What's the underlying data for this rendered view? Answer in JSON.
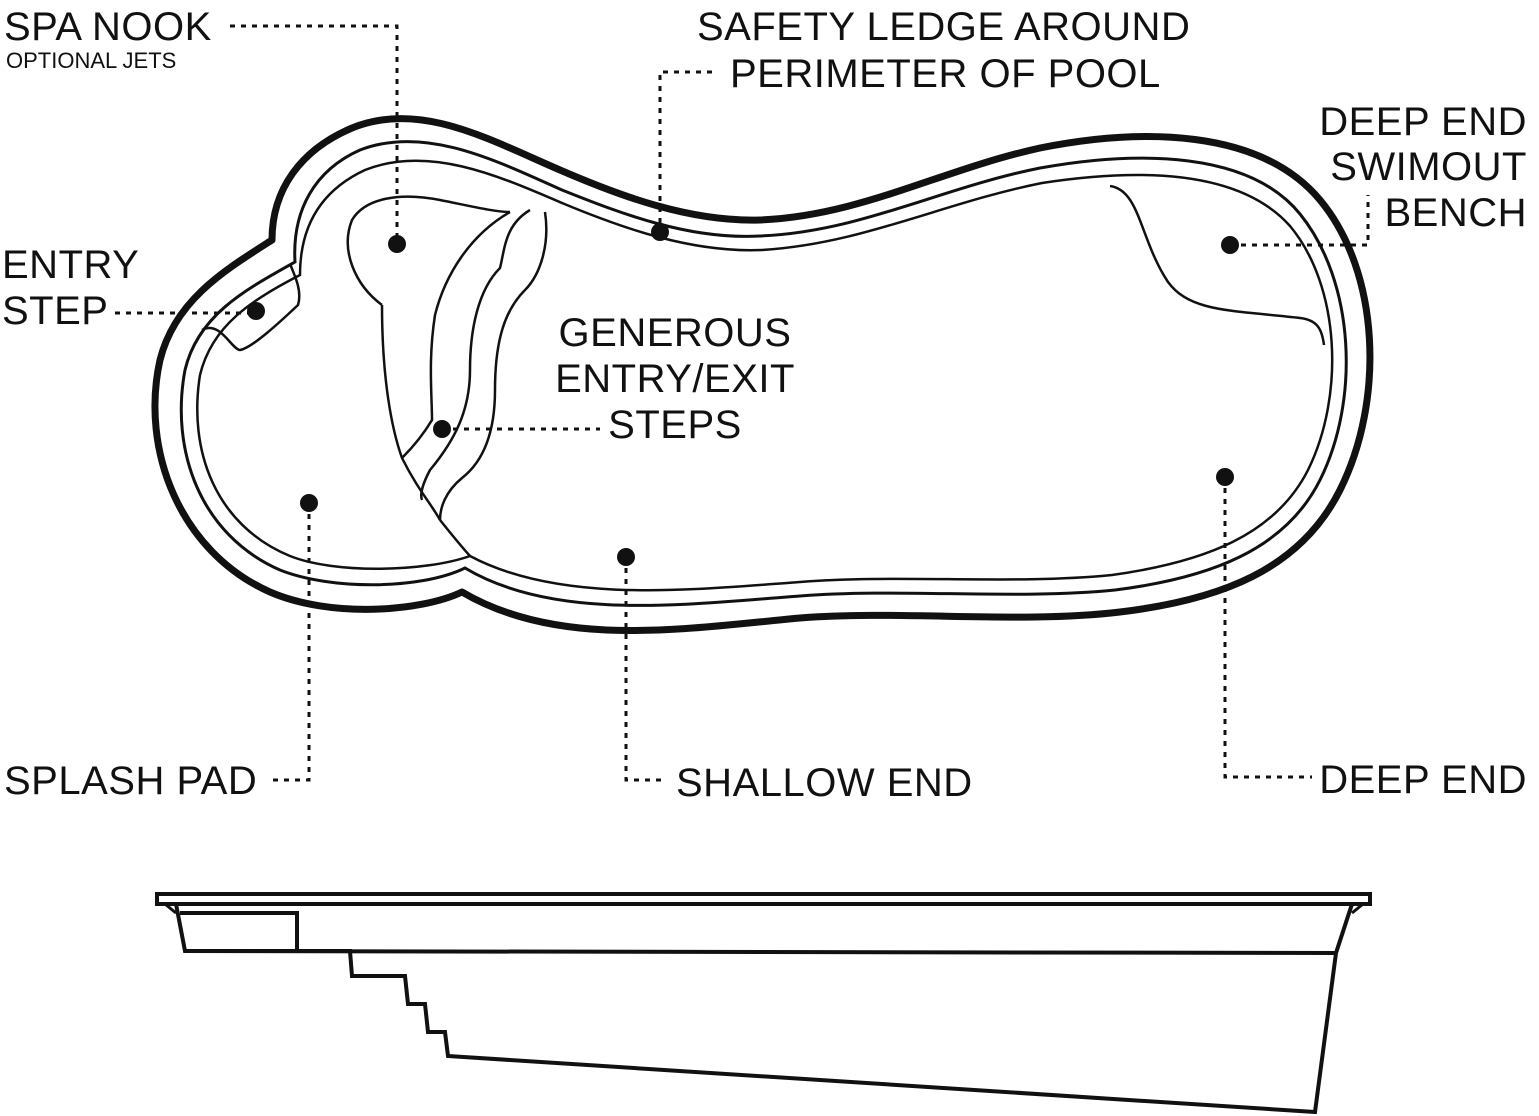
{
  "labels": {
    "spa_nook": "SPA NOOK",
    "spa_nook_sub": "OPTIONAL JETS",
    "safety_ledge_line1": "SAFETY LEDGE AROUND",
    "safety_ledge_line2": "PERIMETER OF POOL",
    "deep_end_bench_line1": "DEEP END",
    "deep_end_bench_line2": "SWIMOUT",
    "deep_end_bench_line3": "BENCH",
    "entry_step_line1": "ENTRY",
    "entry_step_line2": "STEP",
    "steps_line1": "GENEROUS",
    "steps_line2": "ENTRY/EXIT",
    "steps_line3": "STEPS",
    "splash_pad": "SPLASH PAD",
    "shallow_end": "SHALLOW END",
    "deep_end": "DEEP END"
  },
  "colors": {
    "line": "#111111",
    "background": "#ffffff"
  }
}
